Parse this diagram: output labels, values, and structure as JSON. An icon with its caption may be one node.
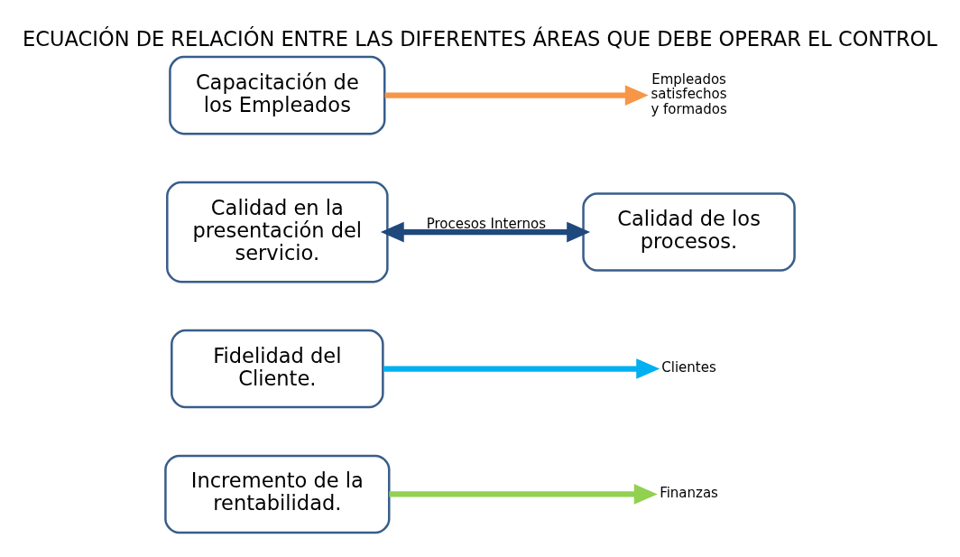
{
  "diagram": {
    "title": "ECUACIÓN DE RELACIÓN ENTRE LAS DIFERENTES ÁREAS QUE DEBE OPERAR EL CONTROL",
    "nodes": [
      {
        "text": [
          "Capacitación de los Empleados"
        ]
      },
      {
        "text": [
          "Empleados satisfechos y formados"
        ]
      },
      {
        "text": [
          "Calidad en la presentación del servicio."
        ]
      },
      {
        "text": [
          "Calidad de los procesos."
        ]
      },
      {
        "text": [
          "Fidelidad del Cliente."
        ]
      },
      {
        "text": [
          "Clientes"
        ]
      },
      {
        "text": [
          "Incremento de la rentabilidad."
        ]
      },
      {
        "text": [
          "Finanzas"
        ]
      }
    ],
    "edges": [
      {
        "from": 0,
        "to": 1,
        "arrow": "to",
        "color": "#f79646"
      },
      {
        "from": 2,
        "to": 3,
        "arrow": "both",
        "label": "Procesos Internos",
        "color": "#1f497d"
      },
      {
        "from": 4,
        "to": 5,
        "arrow": "to",
        "color": "#00b0f0"
      },
      {
        "from": 6,
        "to": 7,
        "arrow": "to",
        "color": "#92d050"
      }
    ]
  }
}
